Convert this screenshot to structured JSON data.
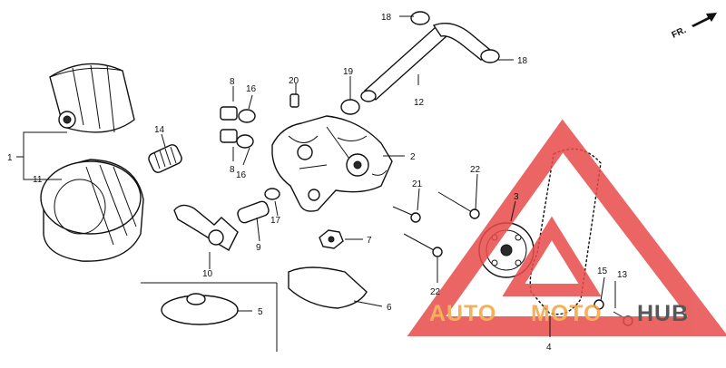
{
  "direction_label": "FR.",
  "watermark": {
    "text_left": "AUTO",
    "text_right": "HUB",
    "text_middle": "MOTO",
    "colors": {
      "triangle": "#e84b4b",
      "text_orange": "#f4a340",
      "text_dark": "#3a3a3a"
    }
  },
  "callouts": [
    {
      "id": "1",
      "part": "oil-filter-assembly"
    },
    {
      "id": "2",
      "part": "oil-pump"
    },
    {
      "id": "3",
      "part": "driven-sprocket"
    },
    {
      "id": "4",
      "part": "drive-chain"
    },
    {
      "id": "5",
      "part": "oil-screen-base"
    },
    {
      "id": "6",
      "part": "oil-strainer"
    },
    {
      "id": "7",
      "part": "relief-nut"
    },
    {
      "id": "8",
      "part": "dowel-pin"
    },
    {
      "id": "9",
      "part": "joint-pipe"
    },
    {
      "id": "10",
      "part": "oil-pipe"
    },
    {
      "id": "11",
      "part": "filter-cartridge"
    },
    {
      "id": "12",
      "part": "oil-pass-pipe"
    },
    {
      "id": "13",
      "part": "sprocket-bolt"
    },
    {
      "id": "14",
      "part": "relief-valve"
    },
    {
      "id": "15",
      "part": "washer"
    },
    {
      "id": "16",
      "part": "o-ring"
    },
    {
      "id": "17",
      "part": "o-ring-small"
    },
    {
      "id": "18",
      "part": "pipe-seal"
    },
    {
      "id": "19",
      "part": "o-ring-pump"
    },
    {
      "id": "20",
      "part": "knock-pin"
    },
    {
      "id": "21",
      "part": "pump-bolt"
    },
    {
      "id": "22",
      "part": "mounting-bolt"
    }
  ]
}
